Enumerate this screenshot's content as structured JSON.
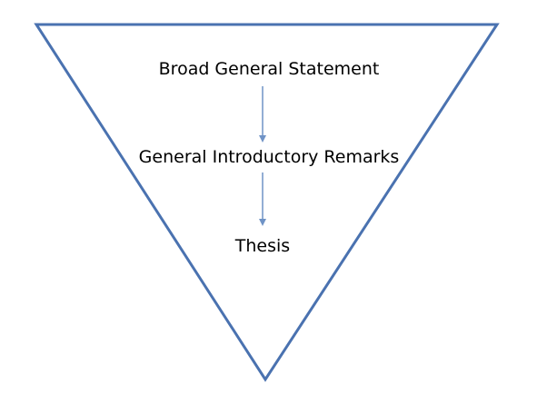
{
  "diagram": {
    "shape": "inverted-triangle",
    "outline_color": "#4A72B0",
    "arrow_color": "#6F93C6",
    "text_color": "#000000",
    "background": "#FFFFFF",
    "levels": [
      {
        "label": "Broad General Statement"
      },
      {
        "label": "General Introductory Remarks"
      },
      {
        "label": "Thesis"
      }
    ],
    "connectors": [
      {
        "from": "Broad General Statement",
        "to": "General Introductory Remarks"
      },
      {
        "from": "General Introductory Remarks",
        "to": "Thesis"
      }
    ]
  }
}
